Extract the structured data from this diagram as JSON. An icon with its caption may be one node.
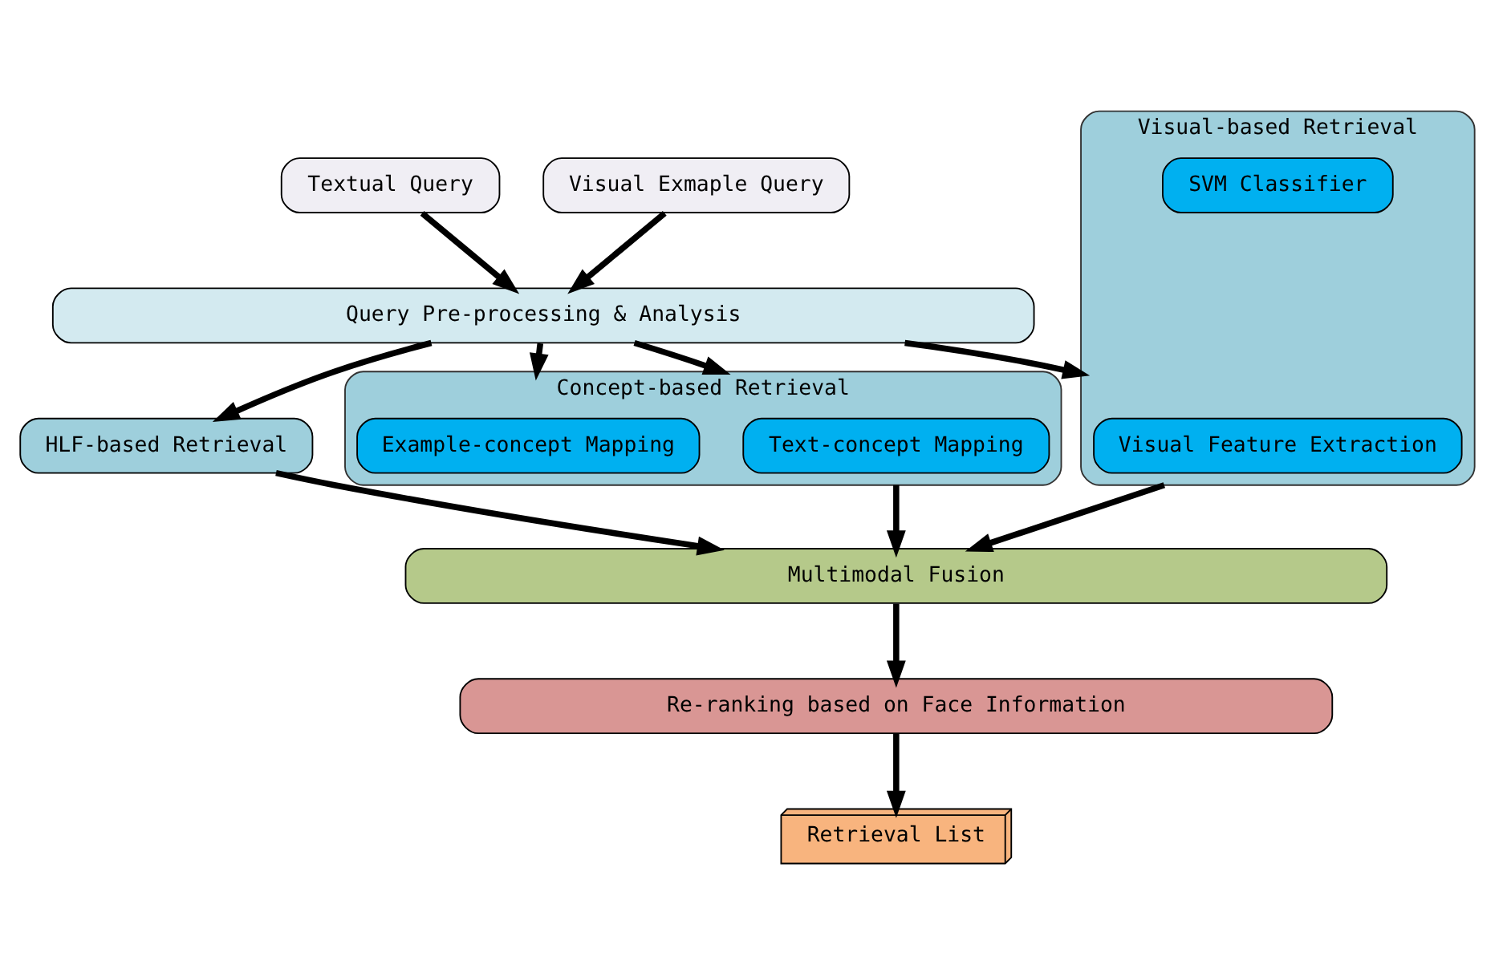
{
  "diagram": {
    "nodes": [
      {
        "text": [
          "Textual Query"
        ]
      },
      {
        "text": [
          "Visual Exmaple Query"
        ]
      },
      {
        "text": [
          "Query Pre-processing & Analysis"
        ]
      },
      {
        "text": [
          "HLF-based Retrieval"
        ]
      },
      {
        "text": [
          "Concept-based Retrieval"
        ]
      },
      {
        "text": [
          "Text-concept Mapping"
        ],
        "in": 4
      },
      {
        "text": [
          "Example-concept Mapping"
        ],
        "in": 4
      },
      {
        "text": [
          "Visual-based Retrieval"
        ]
      },
      {
        "text": [
          "Visual Feature Extraction"
        ],
        "in": 7
      },
      {
        "text": [
          "SVM Classifier"
        ],
        "in": 7
      },
      {
        "text": [
          "Multimodal Fusion"
        ]
      },
      {
        "text": [
          "Re-ranking based on Face Information"
        ]
      },
      {
        "text": [
          "Retrieval List"
        ]
      }
    ],
    "edges": [
      {
        "from": 0,
        "to": 2,
        "arrow": "to"
      },
      {
        "from": 1,
        "to": 2,
        "arrow": "to"
      },
      {
        "from": 2,
        "to": 3,
        "arrow": "to"
      },
      {
        "from": 2,
        "to": 4,
        "arrow": "to"
      },
      {
        "from": 2,
        "to": 4,
        "arrow": "to"
      },
      {
        "from": 2,
        "to": 7,
        "arrow": "to"
      },
      {
        "from": 3,
        "to": 10,
        "arrow": "to"
      },
      {
        "from": 4,
        "to": 10,
        "arrow": "to"
      },
      {
        "from": 7,
        "to": 10,
        "arrow": "to"
      },
      {
        "from": 10,
        "to": 11,
        "arrow": "to"
      },
      {
        "from": 11,
        "to": 12,
        "arrow": "to"
      }
    ]
  }
}
